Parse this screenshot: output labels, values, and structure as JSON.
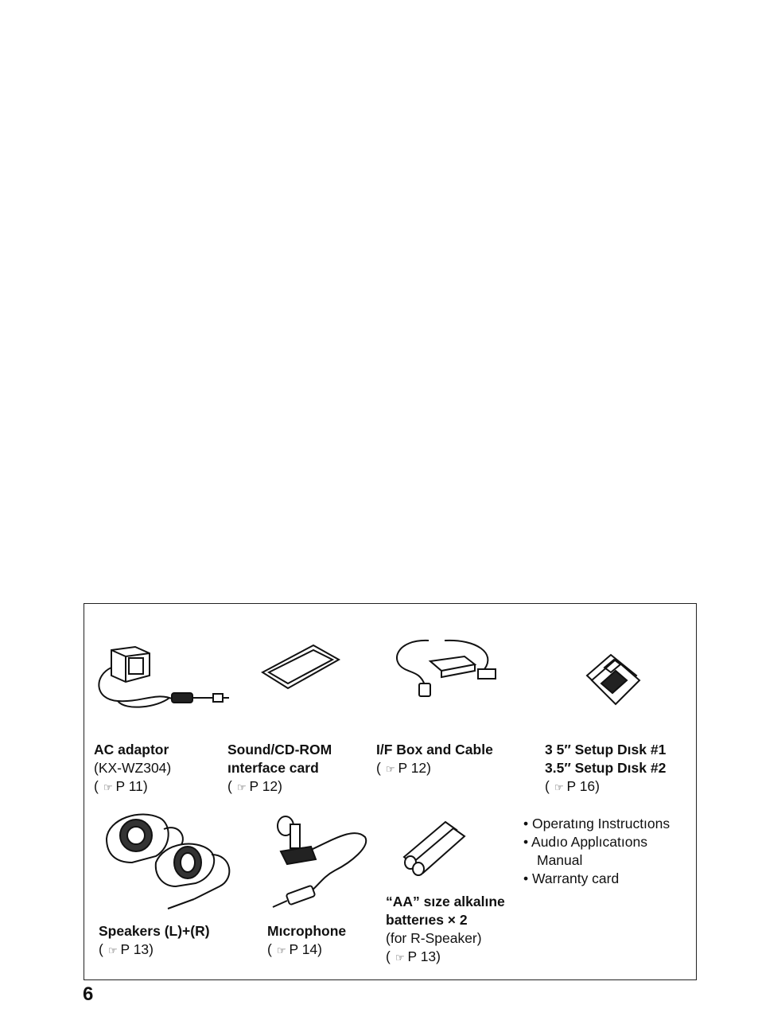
{
  "items": [
    {
      "title": "AC adaptor",
      "subtitle": "(KX-WZ304)",
      "ref_prefix": "(",
      "ref_page": "P 11)"
    },
    {
      "title_line1": "Sound/CD-ROM",
      "title_line2": "ınterface card",
      "ref_prefix": "(",
      "ref_page": "P 12)"
    },
    {
      "title": "I/F Box and Cable",
      "ref_prefix": "(",
      "ref_page": "P  12)"
    },
    {
      "title_line1": "3 5″ Setup Dısk #1",
      "title_line2": "3.5″ Setup Dısk #2",
      "ref_prefix": "(",
      "ref_page": "P 16)"
    },
    {
      "title": "Speakers (L)+(R)",
      "ref_prefix": "(",
      "ref_page": "P  13)"
    },
    {
      "title": "Mıcrophone",
      "ref_prefix": "(",
      "ref_page": "P  14)"
    },
    {
      "title_line1": "“AA” sıze alkalıne",
      "title_line2": "batterıes × 2",
      "subtitle": "(for R-Speaker)",
      "ref_prefix": "(",
      "ref_page": "P  13)"
    }
  ],
  "documents": [
    "• Operatıng Instructıons",
    "• Audıo Applıcatıons",
    "Manual",
    "• Warranty card"
  ],
  "ref_icon": "pointing-hand-icon",
  "page_number": "6"
}
